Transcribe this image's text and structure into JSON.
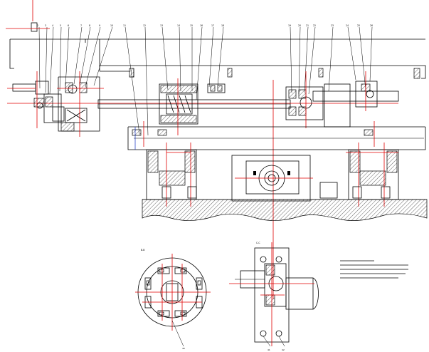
{
  "drawing": {
    "top_balloons": [
      "2",
      "3",
      "4",
      "5",
      "6",
      "7",
      "8",
      "9",
      "10",
      "11",
      "12",
      "13",
      "14",
      "15",
      "16",
      "17",
      "18",
      "19",
      "20",
      "21",
      "22",
      "23",
      "24",
      "25",
      "26"
    ],
    "section_label_left": "B-B",
    "section_label_right": "C-C",
    "bottom_balloons_left": [
      "40"
    ],
    "bottom_balloons_right": [
      "41",
      "42"
    ],
    "colors": {
      "line": "#000000",
      "center_line": "#e00000",
      "dimension": "#1030c0"
    }
  }
}
